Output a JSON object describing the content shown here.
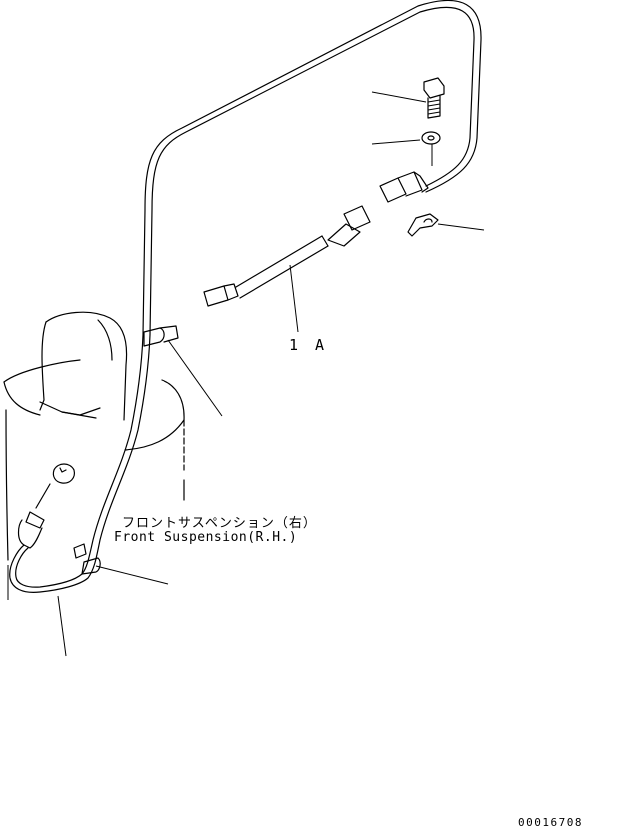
{
  "callout_part": "1 A",
  "subassembly_label_jp": "フロントサスペンション（右）",
  "subassembly_label_en": "Front Suspension(R.H.)",
  "drawing_number": "00016708"
}
